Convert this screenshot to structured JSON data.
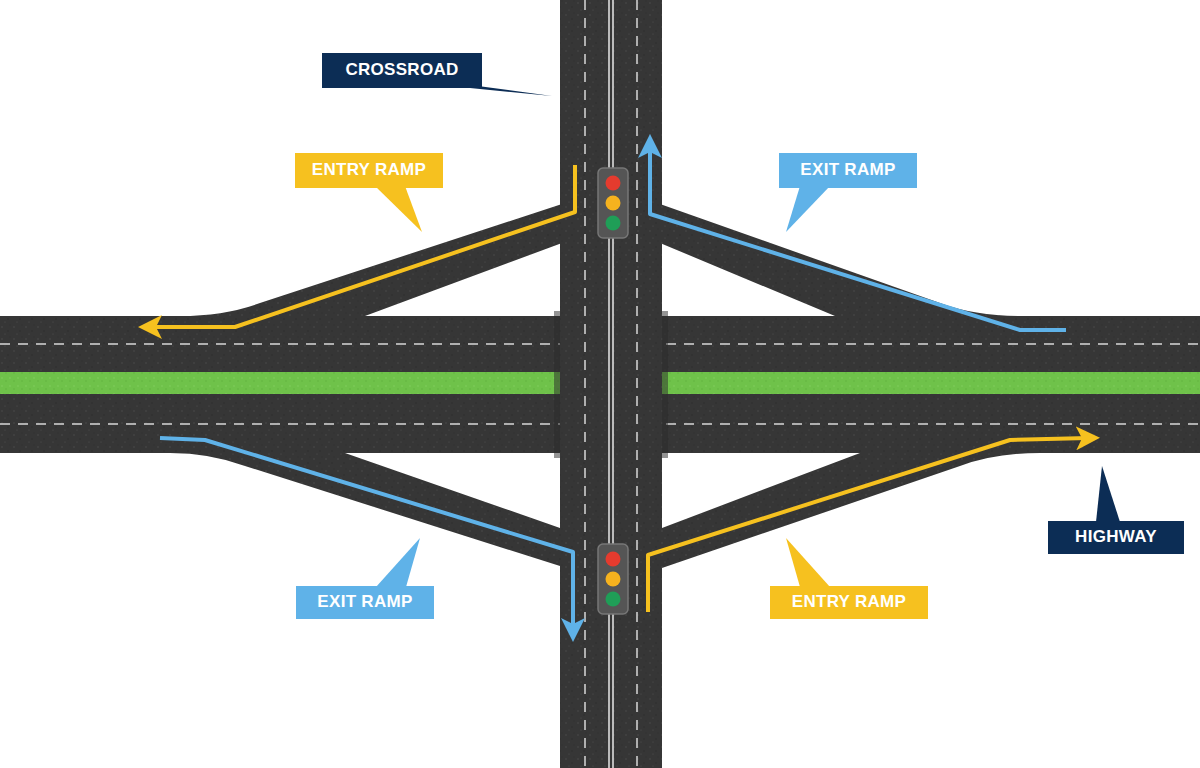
{
  "diagram": {
    "nodes": [
      {
        "text": [
          "CROSSROAD"
        ]
      },
      {
        "text": [
          "ENTRY RAMP"
        ]
      },
      {
        "text": [
          "EXIT RAMP"
        ]
      },
      {
        "text": [
          "HIGHWAY"
        ]
      },
      {
        "text": [
          "EXIT RAMP"
        ]
      },
      {
        "text": [
          "ENTRY RAMP"
        ]
      }
    ]
  }
}
